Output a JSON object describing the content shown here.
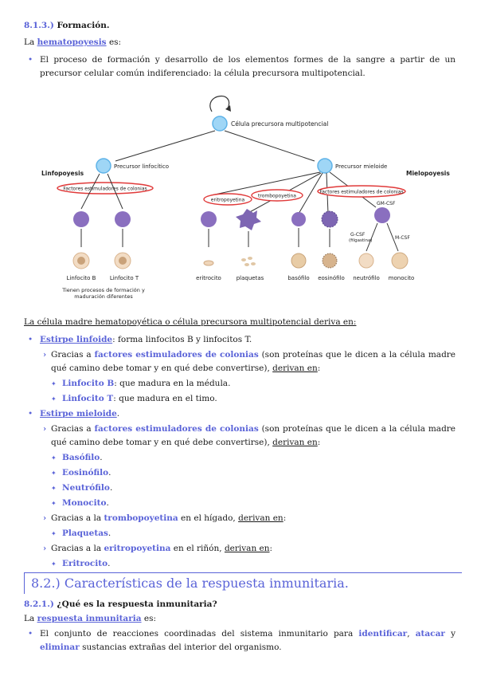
{
  "section_813": {
    "number": "8.1.3.)",
    "title": "Formación.",
    "intro_prefix": "La",
    "intro_term": "hematopoyesis",
    "intro_suffix": "es:",
    "definition": "El proceso de formación y desarrollo de los elementos formes de la sangre a partir de un precursor celular común indiferenciado: la célula precursora multipotencial."
  },
  "diagram": {
    "root_label": "Célula precursora multipotencial",
    "lymphoid_title": "Linfopoyesis",
    "lymphoid_label": "Precursor linfocítico",
    "myeloid_title": "Mielopoyesis",
    "myeloid_label": "Precursor mieloide",
    "factors_label": "Factores estimuladores de colonias",
    "epo_label": "eritropoyetina",
    "tpo_label": "trombopoyetina",
    "gmcsf_label": "GM-CSF",
    "gcsf_label": "G-CSF",
    "filgastina_label": "(filgastina)",
    "mcsf_label": "M-CSF",
    "cells": [
      "Linfocito B",
      "Linfocito T",
      "eritrocito",
      "plaquetas",
      "basófilo",
      "eosinófilo",
      "neutrófilo",
      "monocito"
    ],
    "note_line1": "Tienen procesos de formación y",
    "note_line2": "maduración diferentes",
    "colors": {
      "accent": "#5a63d8",
      "oval": "#e03a3a",
      "cell_purple": "#8a6fbf",
      "precursor": "#7fc4f0"
    }
  },
  "lineage": {
    "intro": "La célula madre hematopoyética o célula precursora multipotencial deriva en:",
    "lymphoid": {
      "term": "Estirpe linfoide",
      "desc": ": forma linfocitos B y linfocitos T.",
      "gracias": "Gracias a",
      "factors": "factores estimuladores de colonias",
      "explain": "(son proteínas que le dicen a la célula madre qué camino debe tomar y en qué debe convertirse),",
      "derivan": "derivan en",
      "colon": ":",
      "items": [
        {
          "term": "Linfocito B",
          "desc": ": que madura en la médula."
        },
        {
          "term": "Linfocito T",
          "desc": ": que madura en el timo."
        }
      ]
    },
    "myeloid": {
      "term": "Estirpe mieloide",
      "period": ".",
      "gracias": "Gracias a",
      "factors": "factores estimuladores de colonias",
      "explain": "(son proteínas que le dicen a la célula madre qué camino debe tomar y en qué debe convertirse),",
      "derivan": "derivan en",
      "colon": ":",
      "items": [
        "Basófilo",
        "Eosinófilo",
        "Neutrófilo",
        "Monocito"
      ],
      "tpo_prefix": "Gracias a la",
      "tpo_term": "trombopoyetina",
      "tpo_suffix": "en el hígado,",
      "tpo_item": "Plaquetas",
      "epo_prefix": "Gracias a la",
      "epo_term": "eritropoyetina",
      "epo_suffix": "en el riñón,",
      "epo_item": "Eritrocito"
    }
  },
  "section_82": {
    "title": "8.2.) Características de la respuesta inmunitaria."
  },
  "section_821": {
    "number": "8.2.1.)",
    "title": "¿Qué es la respuesta inmunitaria?",
    "intro_prefix": "La",
    "intro_term": "respuesta inmunitaria",
    "intro_suffix": "es:",
    "def_part1": "El conjunto de reacciones coordinadas del sistema inmunitario para",
    "def_identificar": "identificar",
    "def_comma": ",",
    "def_atacar": "atacar",
    "def_y": "y",
    "def_eliminar": "eliminar",
    "def_part2": "sustancias extrañas del interior del organismo."
  }
}
